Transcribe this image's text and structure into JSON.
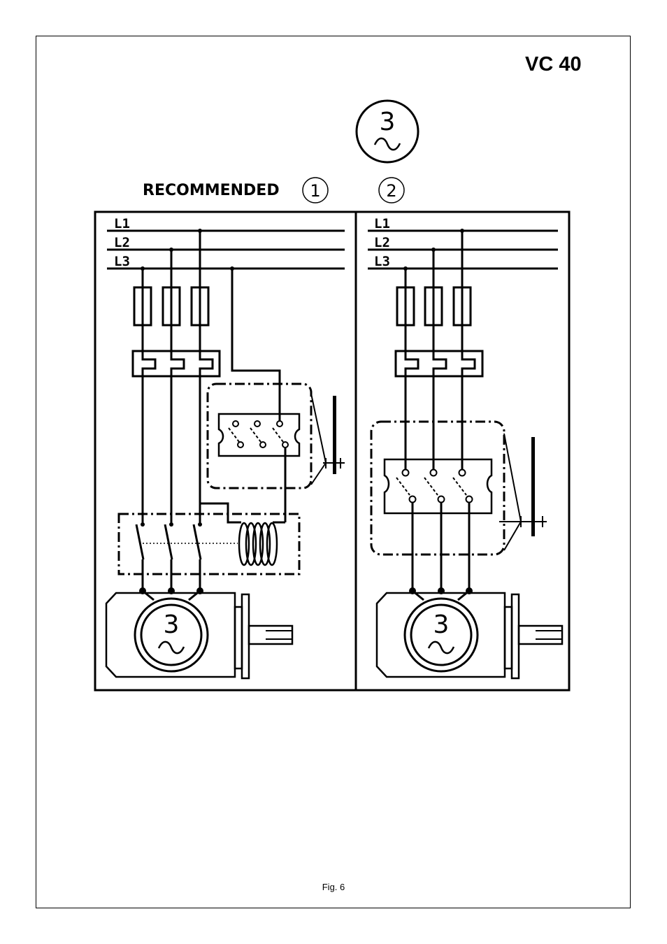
{
  "document": {
    "model": "VC 40",
    "recommended_label": "RECOMMENDED",
    "figure_caption": "Fig. 6"
  },
  "symbols": {
    "three_phase_number": "3",
    "three_phase_wave": "~"
  },
  "diagram_1": {
    "marker": "1",
    "lines": [
      "L1",
      "L2",
      "L3"
    ],
    "motor_label": "3"
  },
  "diagram_2": {
    "marker": "2",
    "lines": [
      "L1",
      "L2",
      "L3"
    ],
    "motor_label": "3"
  }
}
